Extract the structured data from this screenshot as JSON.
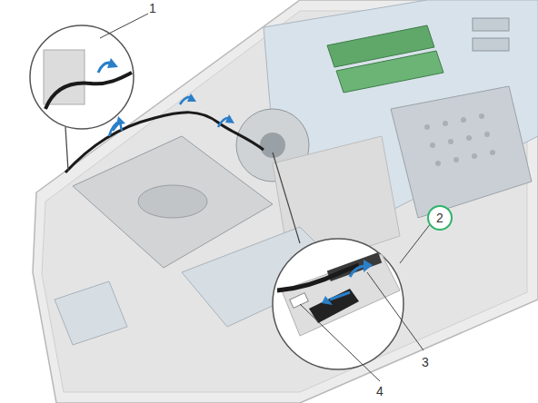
{
  "diagram": {
    "nodes": [
      {
        "text": [
          "2"
        ]
      }
    ],
    "labels": [
      "1",
      "3",
      "4"
    ]
  }
}
